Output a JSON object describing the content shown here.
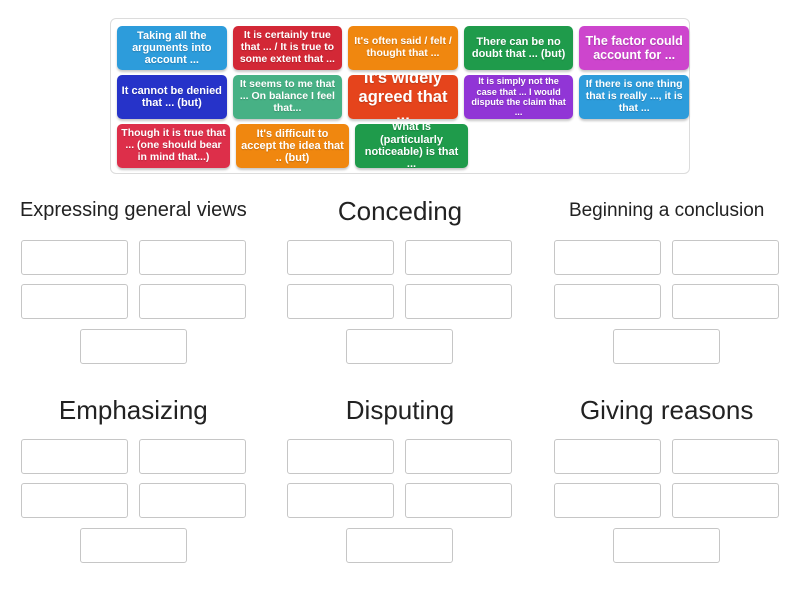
{
  "activity": {
    "type": "group-sort",
    "tray_label": "Draggable phrase tiles"
  },
  "tiles": [
    {
      "id": "tile-1",
      "text": "Taking all the arguments into account ...",
      "color": "#2d9cdb",
      "size": "fs-11"
    },
    {
      "id": "tile-2",
      "text": "It is certainly true that ... / It is true to some extent that ...",
      "color": "#d32836",
      "size": "fs-105"
    },
    {
      "id": "tile-3",
      "text": "It's often said / felt / thought that ...",
      "color": "#f0870f",
      "size": "fs-105"
    },
    {
      "id": "tile-4",
      "text": "There can be no doubt that ... (but)",
      "color": "#1f9b4b",
      "size": "fs-11"
    },
    {
      "id": "tile-5",
      "text": "The factor could account for ...",
      "color": "#cd45cd",
      "size": "fs-125"
    },
    {
      "id": "tile-6",
      "text": "It cannot be denied that ... (but)",
      "color": "#2633c9",
      "size": "fs-11"
    },
    {
      "id": "tile-7",
      "text": "It seems to me that ... On balance I feel that...",
      "color": "#47b185",
      "size": "fs-105"
    },
    {
      "id": "tile-8",
      "text": "It's widely agreed that ...",
      "color": "#e5441c",
      "size": "fs-16"
    },
    {
      "id": "tile-9",
      "text": "It is simply not the case that ... I would dispute the claim that ...",
      "color": "#9135d6",
      "size": "fs-9"
    },
    {
      "id": "tile-10",
      "text": "If there is one thing that is really ..., it is that ...",
      "color": "#2d9cdb",
      "size": "fs-105"
    },
    {
      "id": "tile-11",
      "text": "Though it is true that ... (one should bear in mind that...)",
      "color": "#dd2f4a",
      "size": "fs-105"
    },
    {
      "id": "tile-12",
      "text": "It's difficult to accept the idea that .. (but)",
      "color": "#f0870f",
      "size": "fs-11"
    },
    {
      "id": "tile-13",
      "text": "What is (particularly noticeable) is that ...",
      "color": "#1f9b4b",
      "size": "fs-11"
    }
  ],
  "groups": [
    {
      "id": "group-expressing-general-views",
      "title": "Expressing general views",
      "title_size": "t-md",
      "slot_count": 5
    },
    {
      "id": "group-conceding",
      "title": "Conceding",
      "title_size": "t-lg",
      "slot_count": 5
    },
    {
      "id": "group-beginning-a-conclusion",
      "title": "Beginning a conclusion",
      "title_size": "t-sm",
      "slot_count": 5
    },
    {
      "id": "group-emphasizing",
      "title": "Emphasizing",
      "title_size": "t-lg",
      "slot_count": 5
    },
    {
      "id": "group-disputing",
      "title": "Disputing",
      "title_size": "t-lg",
      "slot_count": 5
    },
    {
      "id": "group-giving-reasons",
      "title": "Giving reasons",
      "title_size": "t-lg",
      "slot_count": 5
    }
  ],
  "colors": {
    "page_background": "#ffffff",
    "tray_border": "#dcdcdc",
    "slot_border": "#c6c6c6",
    "title_text": "#222222",
    "tile_text": "#ffffff"
  }
}
